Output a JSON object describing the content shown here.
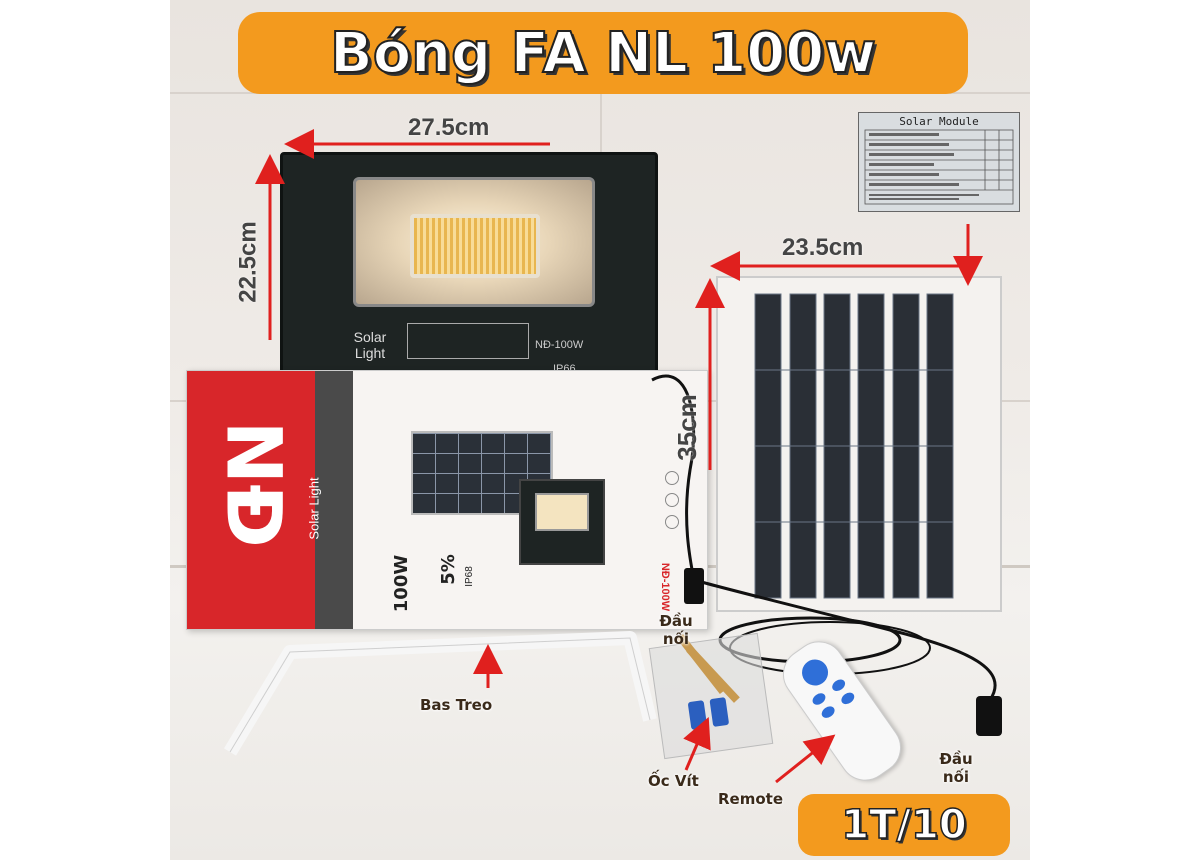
{
  "title": "Bóng FA NL 100w",
  "price_badge": "1T/10",
  "dimensions": {
    "light_width": "27.5cm",
    "light_height": "22.5cm",
    "panel_width": "23.5cm",
    "panel_height": "35cm"
  },
  "light": {
    "brand_text": "Solar\nLight",
    "model": "NĐ-100W",
    "ip": "IP66"
  },
  "box": {
    "logo": "NĐ",
    "subtitle": "Solar Light",
    "wattage": "100W",
    "percent": "5%",
    "ip": "IP68",
    "model": "NĐ-100W"
  },
  "module_label": {
    "title": "Solar Module"
  },
  "callouts": {
    "connector_top": "Đầu nối",
    "bracket": "Bas Treo",
    "screws": "Ốc Vít",
    "remote": "Remote",
    "connector_bottom": "Đầu nối"
  },
  "colors": {
    "banner": "#f39a1e",
    "box_red": "#d8262a",
    "arrow_red": "#e0201e"
  }
}
